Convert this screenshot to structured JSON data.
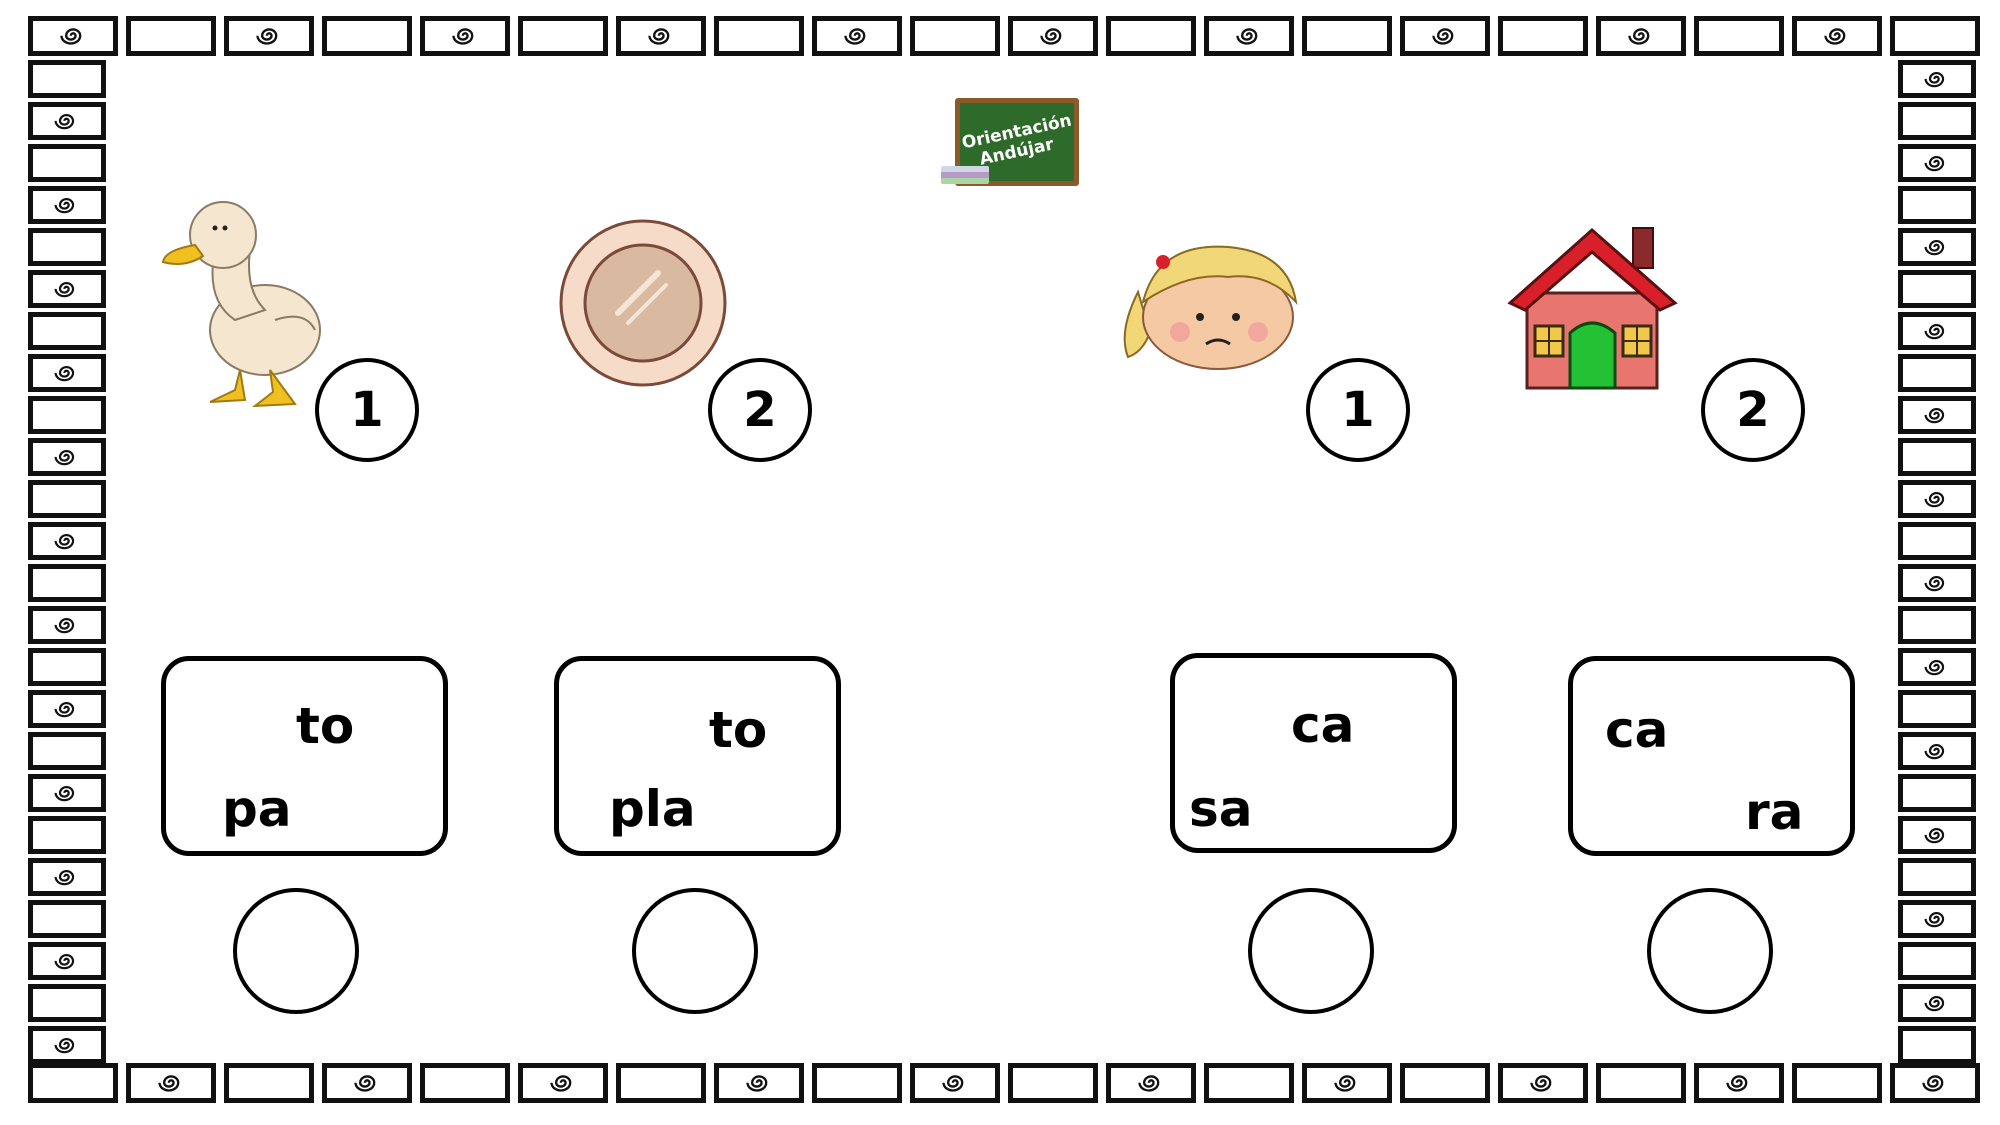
{
  "logo": {
    "line1": "Orientación",
    "line2": "Andújar"
  },
  "items": [
    {
      "picture": "duck-icon",
      "number": "1",
      "syllables": {
        "top": "to",
        "bottom": "pa"
      }
    },
    {
      "picture": "plate-icon",
      "number": "2",
      "syllables": {
        "top": "to",
        "bottom": "pla"
      }
    },
    {
      "picture": "girl-face-icon",
      "number": "1",
      "syllables": {
        "top": "ca",
        "bottom": "sa"
      }
    },
    {
      "picture": "house-icon",
      "number": "2",
      "syllables": {
        "top": "ca",
        "bottom": "ra"
      }
    }
  ],
  "colors": {
    "border": "#111111",
    "board_green": "#2e6b2a",
    "house_red": "#e8766f",
    "roof_red": "#d91f2a",
    "door_green": "#22c234",
    "duck_body": "#f4e6cf",
    "duck_feet": "#f0c020",
    "plate_rim": "#f6dcc8",
    "plate_center": "#d9b99f",
    "hair_blonde": "#f1d777",
    "skin": "#f5c9a4"
  }
}
